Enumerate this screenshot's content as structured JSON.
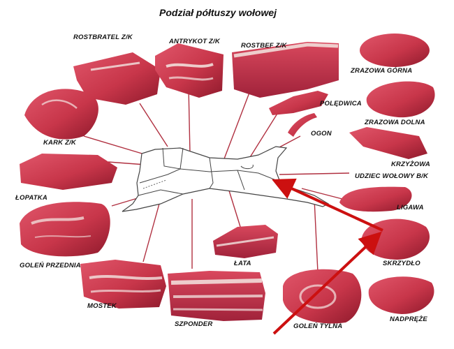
{
  "title": "Podział półtuszy wołowej",
  "cuts": {
    "rostbratel": "ROSTBRATEL Z/K",
    "antrykot": "ANTRYKOT Z/K",
    "rostbef": "ROSTBEF Z/K",
    "zrazowa_gorna": "ZRAZOWA GÓRNA",
    "poledwica": "POLĘDWICA",
    "zrazowa_dolna": "ZRAZOWA DOLNA",
    "ogon": "OGON",
    "kark": "KARK Z/K",
    "krzyzowa": "KRZYŻOWA",
    "udziec": "UDZIEC WOŁOWY B/K",
    "lopatka": "ŁOPATKA",
    "ligawa": "LIGAWA",
    "goleh_przednia": "GOLEŃ PRZEDNIA",
    "lata": "ŁATA",
    "skrzydlo": "SKRZYDŁO",
    "mostek": "MOSTEK",
    "szponder": "SZPONDER",
    "golen_tylna": "GOLEŃ TYLNA",
    "nadpreze": "NADPRĘŻE"
  },
  "colors": {
    "meat": "#c8364a",
    "meat_dark": "#9e1f33",
    "fat": "#f3e6e2",
    "leader_line": "#b03040",
    "arrow": "#cc1010",
    "carcass_fill": "#ffffff",
    "carcass_stroke": "#444444"
  }
}
